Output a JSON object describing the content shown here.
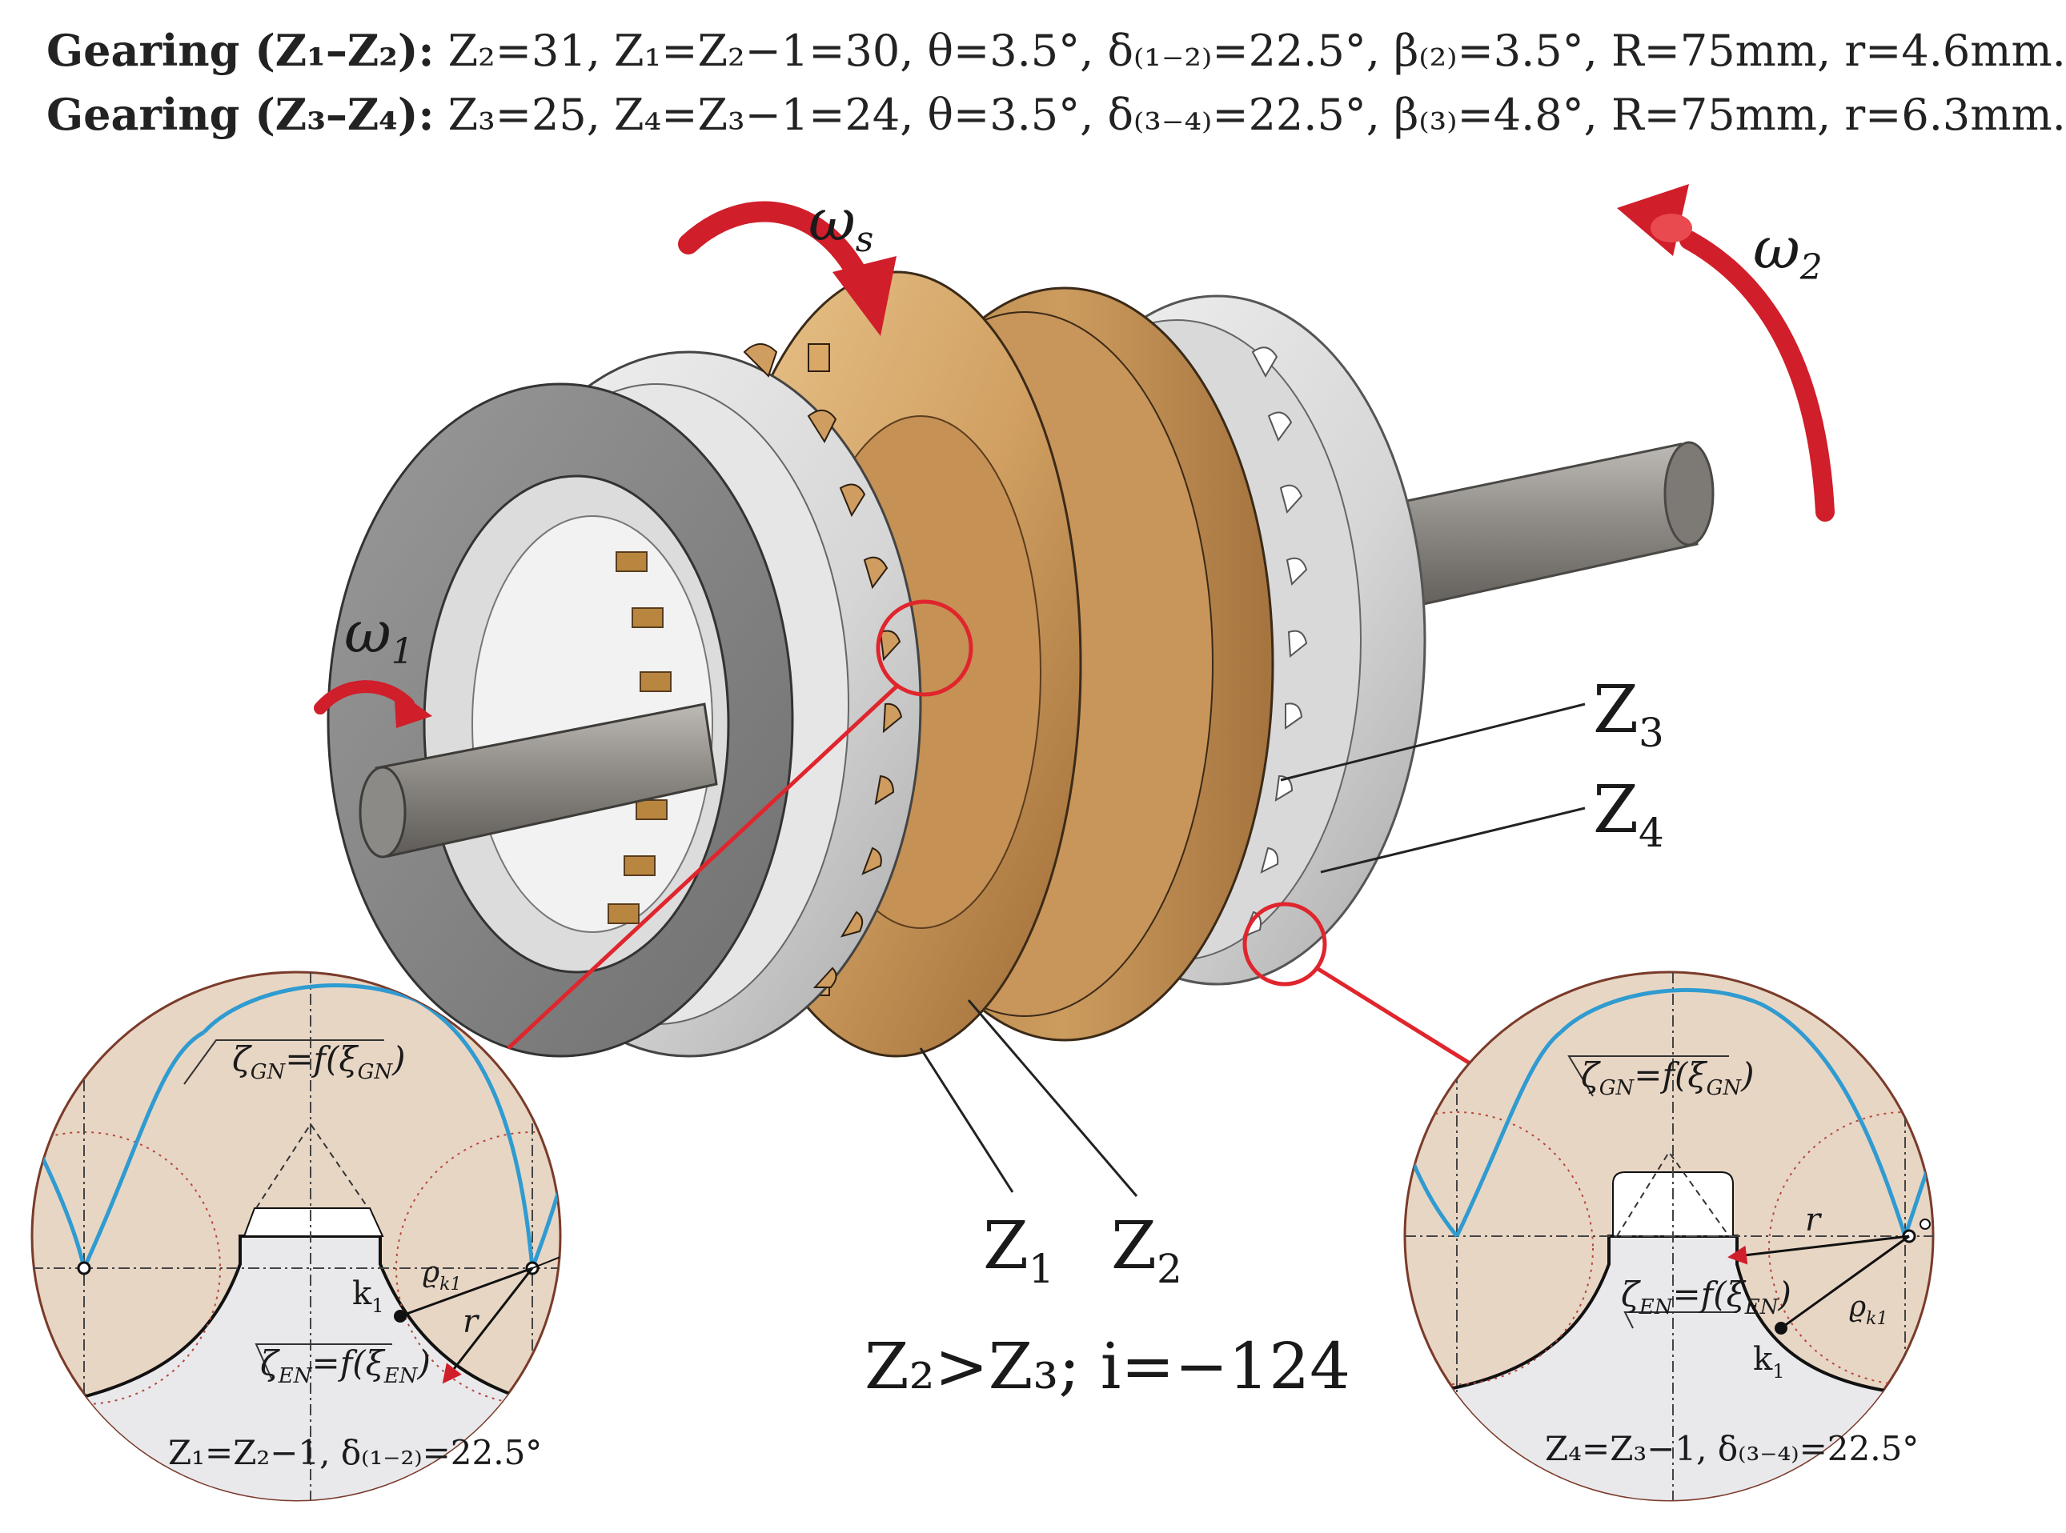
{
  "header": {
    "line1": {
      "label": "Gearing (Z₁–Z₂):",
      "params": "Z₂=31, Z₁=Z₂−1=30, θ=3.5°, δ₍₁₋₂₎=22.5°, β₍₂₎=3.5°, R=75mm, r=4.6mm."
    },
    "line2": {
      "label": "Gearing (Z₃–Z₄):",
      "params": "Z₃=25, Z₄=Z₃−1=24, θ=3.5°, δ₍₃₋₄₎=22.5°, β₍₃₎=4.8°, R=75mm, r=6.3mm."
    }
  },
  "rotations": {
    "omega_s": "ωs",
    "omega_1": "ω1",
    "omega_2": "ω2"
  },
  "gear_labels": {
    "z1": "Z1",
    "z2": "Z2",
    "z3": "Z3",
    "z4": "Z4"
  },
  "ratio_caption": "Z₂>Z₃; i=−124",
  "detail_left": {
    "curve_label": "ζGN=f(ξGN)",
    "envelope_label": "ζEN=f(ξEN)",
    "contact_point": "k1",
    "rho_label": "ϱk1",
    "radius_label": "r",
    "caption": "Z₁=Z₂−1, δ₍₁₋₂₎=22.5°"
  },
  "detail_right": {
    "curve_label": "ζGN=f(ξGN)",
    "envelope_label": "ζEN=f(ξEN)",
    "contact_point": "k1",
    "rho_label": "ϱk1",
    "radius_label": "r",
    "caption": "Z₄=Z₃−1, δ₍₃₋₄₎=22.5°"
  },
  "colors": {
    "gold_gear": "#d4a466",
    "gold_gear_dark": "#a8743c",
    "silver_gear": "#dcdcdc",
    "shaft": "#8c8a86",
    "arrow_red": "#d01e2a",
    "callout_red": "#e0252d",
    "detail_bg": "#e8d6c4",
    "curve_blue": "#2f9bd1"
  }
}
